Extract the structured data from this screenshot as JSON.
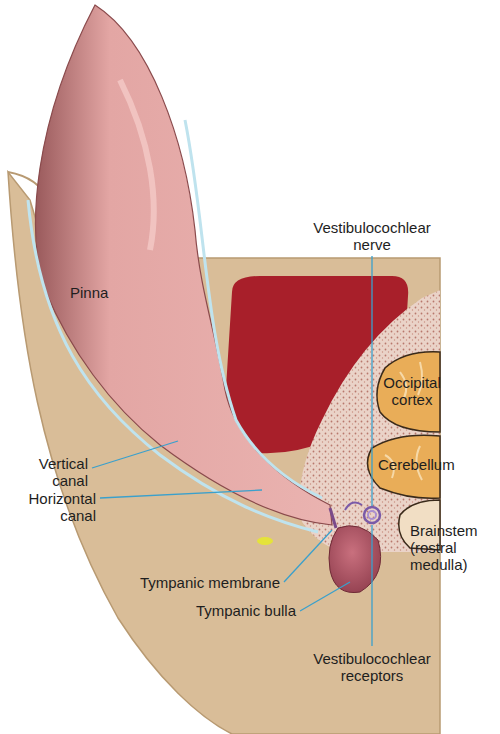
{
  "diagram": {
    "labels": [
      "Vestibulocochlear nerve",
      "Pinna",
      "Occipital cortex",
      "Cerebellum",
      "Vertical canal",
      "Horizontal canal",
      "Brainstem (rostral medulla)",
      "Tympanic membrane",
      "Tympanic bulla",
      "Vestibulocochlear receptors"
    ]
  }
}
